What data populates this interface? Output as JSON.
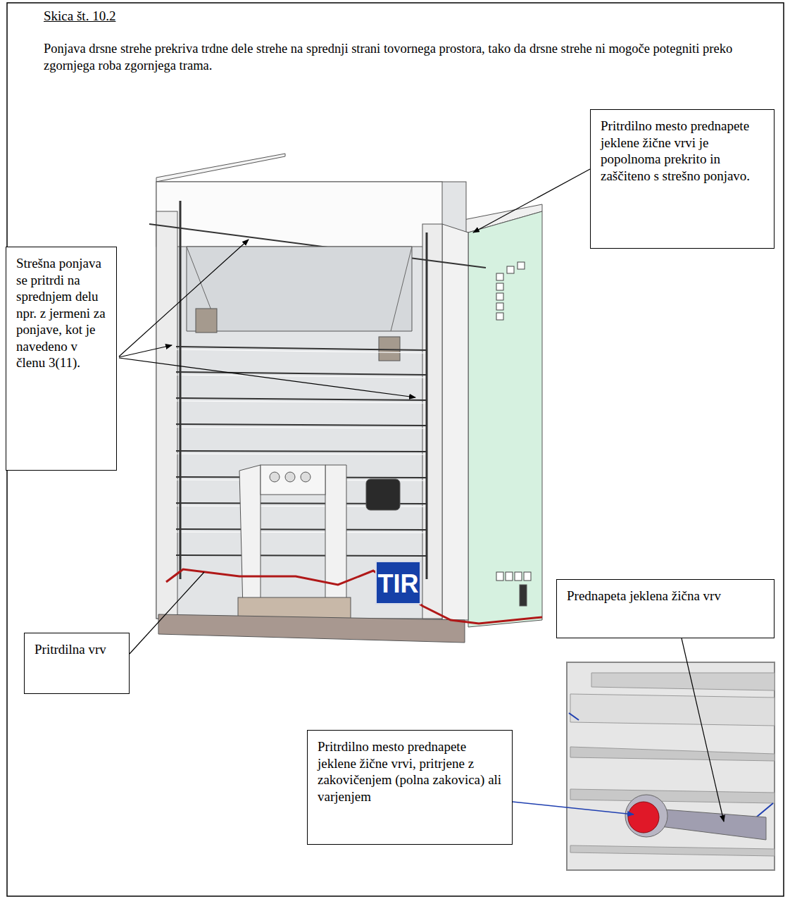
{
  "diagram": {
    "title": "Skica št. 10.2",
    "nodes": [
      {
        "text": [
          "Strešna ponjava se pritrdi na sprednjem delu npr. z jermeni za ponjave, kot je navedeno v členu 3(11)."
        ]
      },
      {
        "text": [
          "Pritrdilno mesto prednapete jeklene žične vrvi je popolnoma prekrito in zaščiteno s strešno ponjavo."
        ]
      },
      {
        "text": [
          "Pritrdilna vrv"
        ]
      },
      {
        "text": [
          "Prednapeta jeklena žična vrv"
        ]
      },
      {
        "text": [
          "Pritrdilno mesto prednapete jeklene žične vrvi, pritrjene z zakovičenjem (polna zakovica) ali varjenjem"
        ]
      }
    ],
    "labels": [
      "Ponjava drsne strehe prekriva trdne dele strehe na sprednji strani tovornega prostora, tako da drsne strehe ni mogoče potegniti preko zgornjega roba zgornjega trama.",
      "TIR"
    ]
  }
}
